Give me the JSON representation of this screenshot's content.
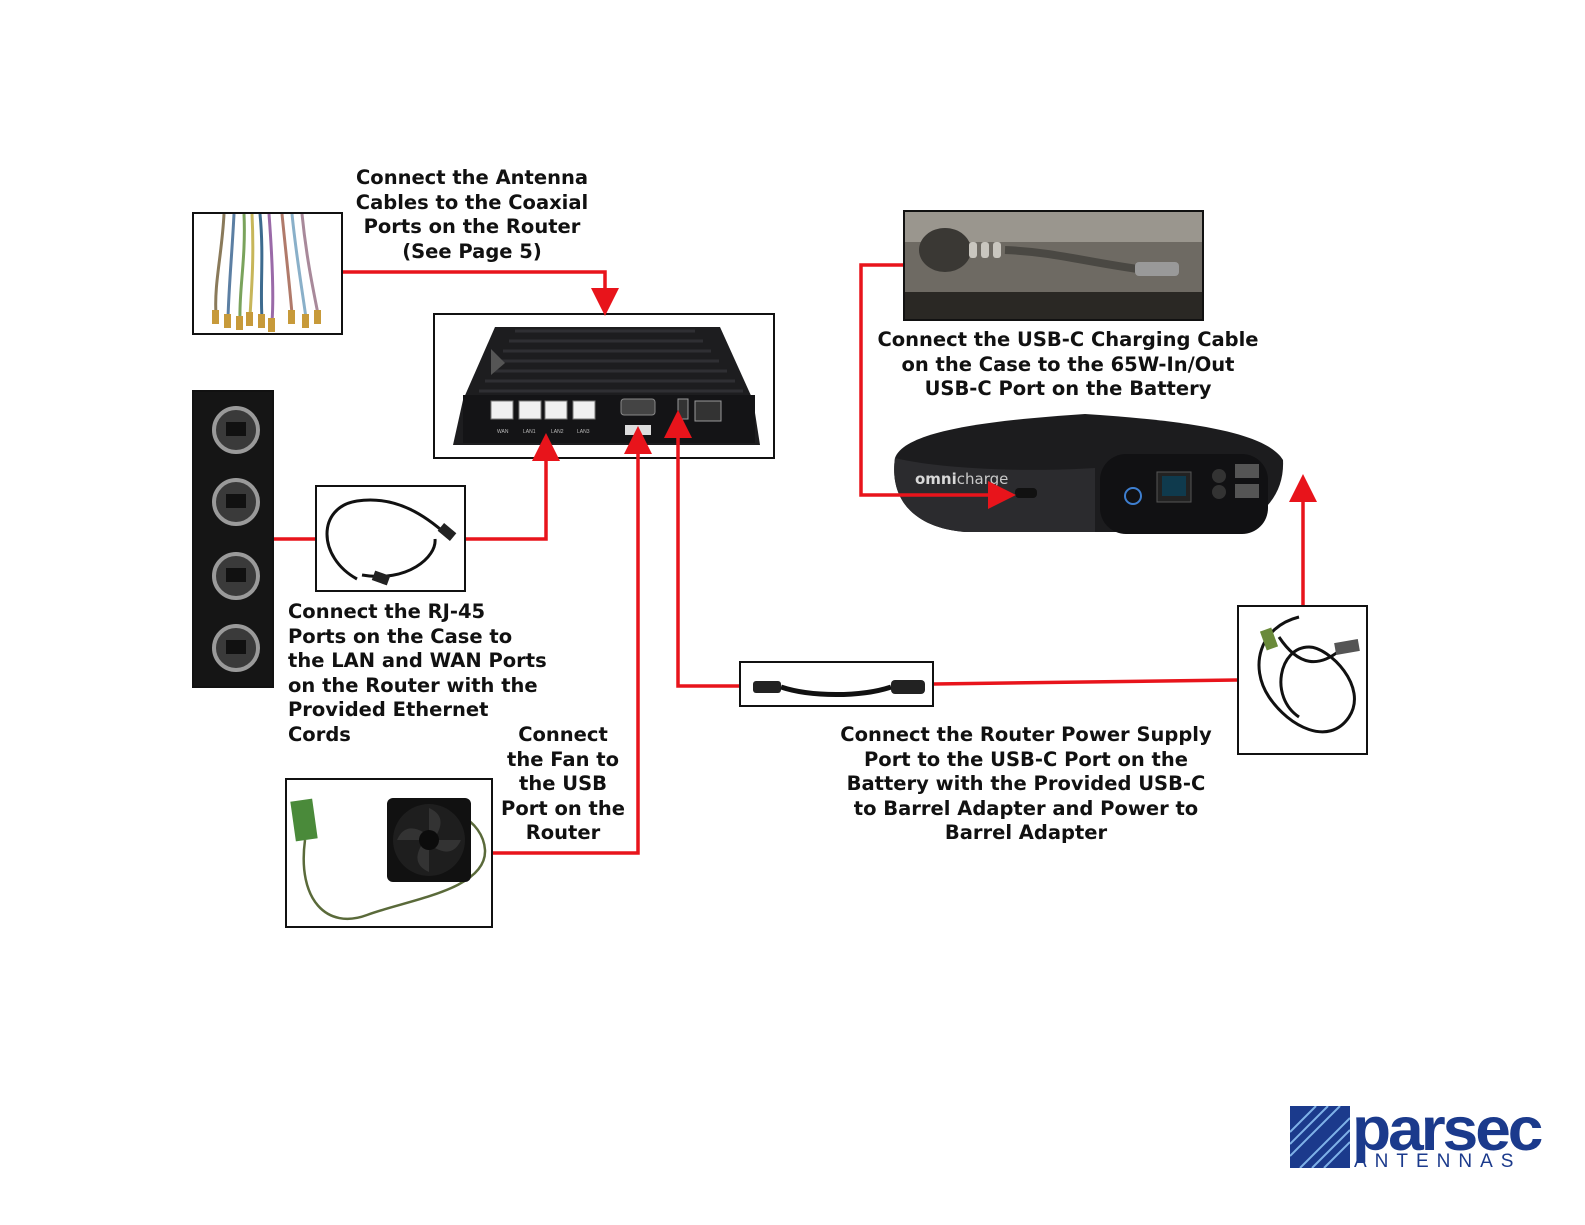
{
  "labels": {
    "antenna": [
      "Connect the Antenna",
      "Cables to the Coaxial",
      "Ports on the Router"
    ],
    "antenna_ref": "(See Page 5)",
    "usbc": [
      "Connect the USB-C Charging Cable",
      "on the Case to the 65W-In/Out",
      "USB-C Port on the Battery"
    ],
    "rj45": [
      "Connect the RJ-45",
      "Ports on the Case to",
      "the LAN and WAN Ports",
      "on the Router with the",
      "Provided Ethernet",
      "Cords"
    ],
    "fan": [
      "Connect",
      "the Fan to",
      "the USB",
      "Port on the",
      "Router"
    ],
    "power": [
      "Connect the Router Power Supply",
      "Port to the USB-C Port on the",
      "Battery with the Provided USB-C",
      "to Barrel Adapter and Power to",
      "Barrel Adapter"
    ]
  },
  "router_ports": {
    "wan": "WAN",
    "lan1": "LAN1",
    "lan2": "LAN2",
    "lan3": "LAN3"
  },
  "battery_brand": {
    "prefix": "omni",
    "suffix": "charge"
  },
  "logo": {
    "word": "parsec",
    "sub": "ANTENNAS"
  },
  "colors": {
    "wire": "#e8141b",
    "logo": "#1b3a8c"
  }
}
